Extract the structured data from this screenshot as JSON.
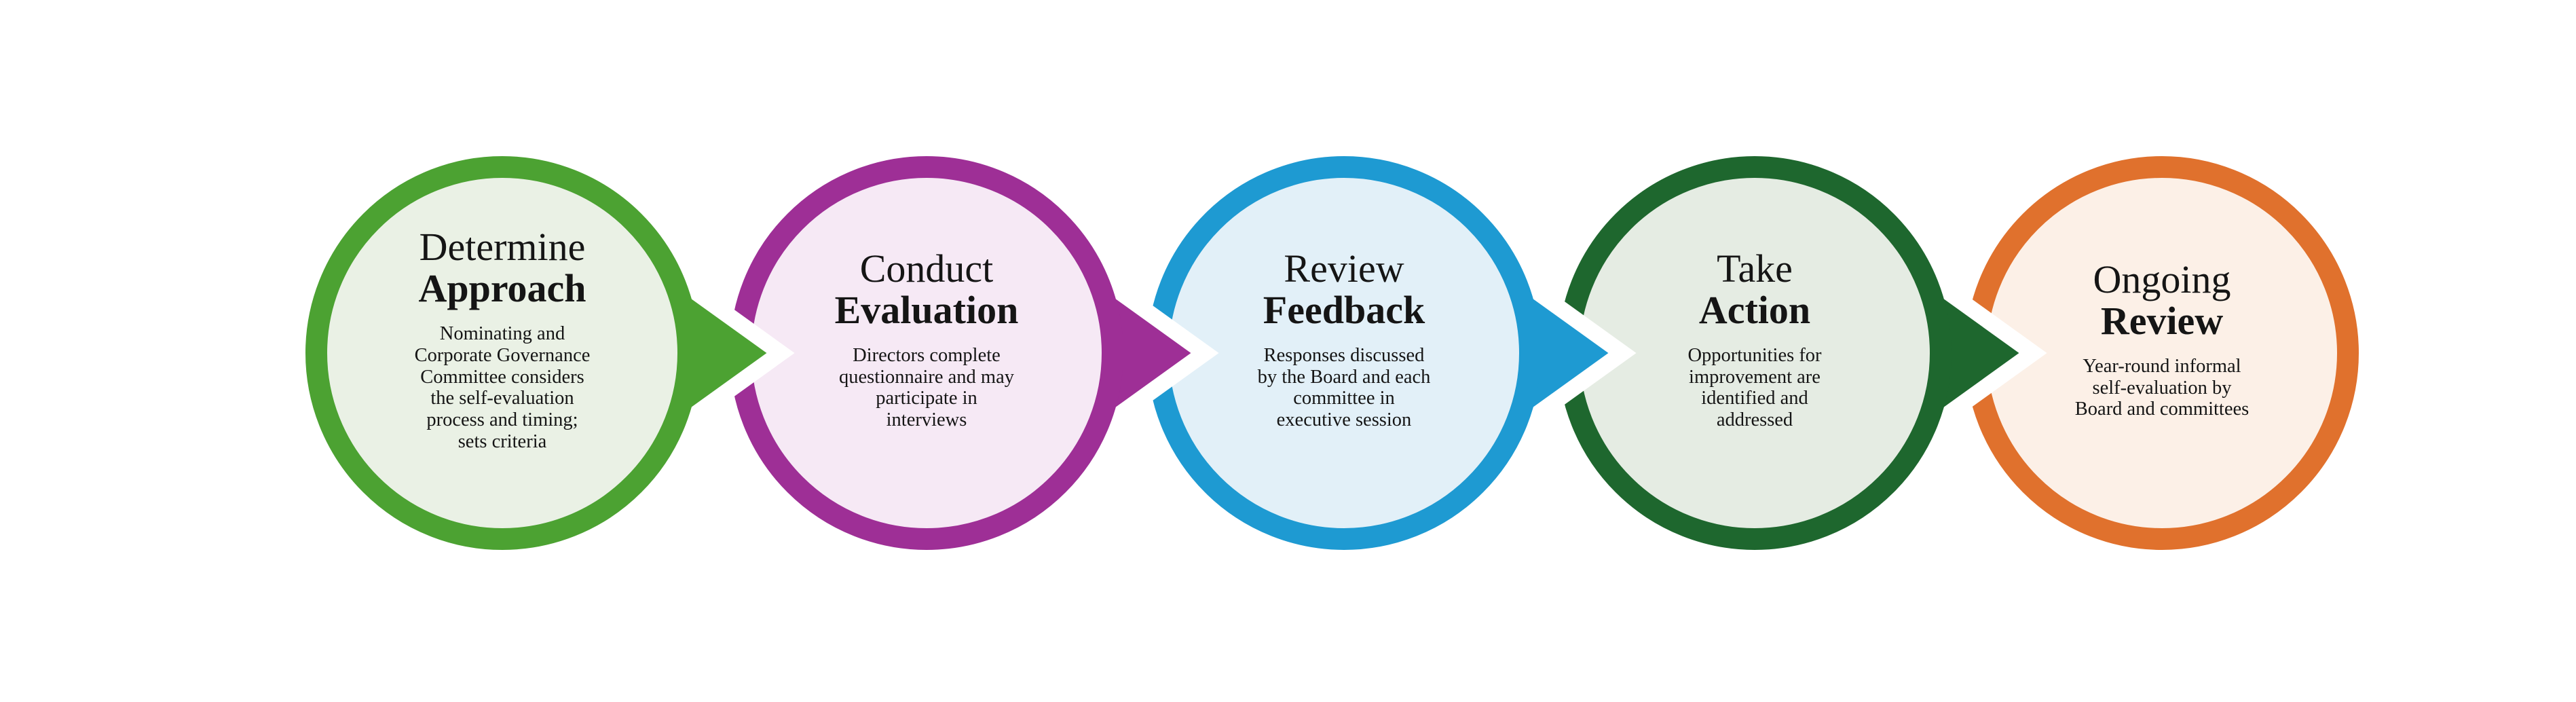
{
  "diagram": {
    "background_color": "#FFFFFF",
    "text_color": "#151515",
    "arrow_outline_color": "#FFFFFF",
    "stages": [
      {
        "title_line1": "Determine",
        "title_line2": "Approach",
        "body": "Nominating and\nCorporate Governance\nCommittee considers\nthe self-evaluation\nprocess and timing;\nsets criteria",
        "ring_color": "#4CA232",
        "fill_color": "#EAF1E5",
        "has_arrow": true
      },
      {
        "title_line1": "Conduct",
        "title_line2": "Evaluation",
        "body": "Directors complete\nquestionnaire and may\nparticipate in\ninterviews",
        "ring_color": "#9E2F96",
        "fill_color": "#F6E9F5",
        "has_arrow": true
      },
      {
        "title_line1": "Review",
        "title_line2": "Feedback",
        "body": "Responses discussed\nby the Board and each\ncommittee in\nexecutive session",
        "ring_color": "#1E9AD2",
        "fill_color": "#E2F0F8",
        "has_arrow": true
      },
      {
        "title_line1": "Take",
        "title_line2": "Action",
        "body": "Opportunities for\nimprovement are\nidentified and\naddressed",
        "ring_color": "#1E672E",
        "fill_color": "#E5ECE3",
        "has_arrow": true
      },
      {
        "title_line1": "Ongoing",
        "title_line2": "Review",
        "body": "Year-round informal\nself-evaluation by\nBoard and committees",
        "ring_color": "#E0712D",
        "fill_color": "#FCF0E7",
        "has_arrow": false
      }
    ]
  }
}
